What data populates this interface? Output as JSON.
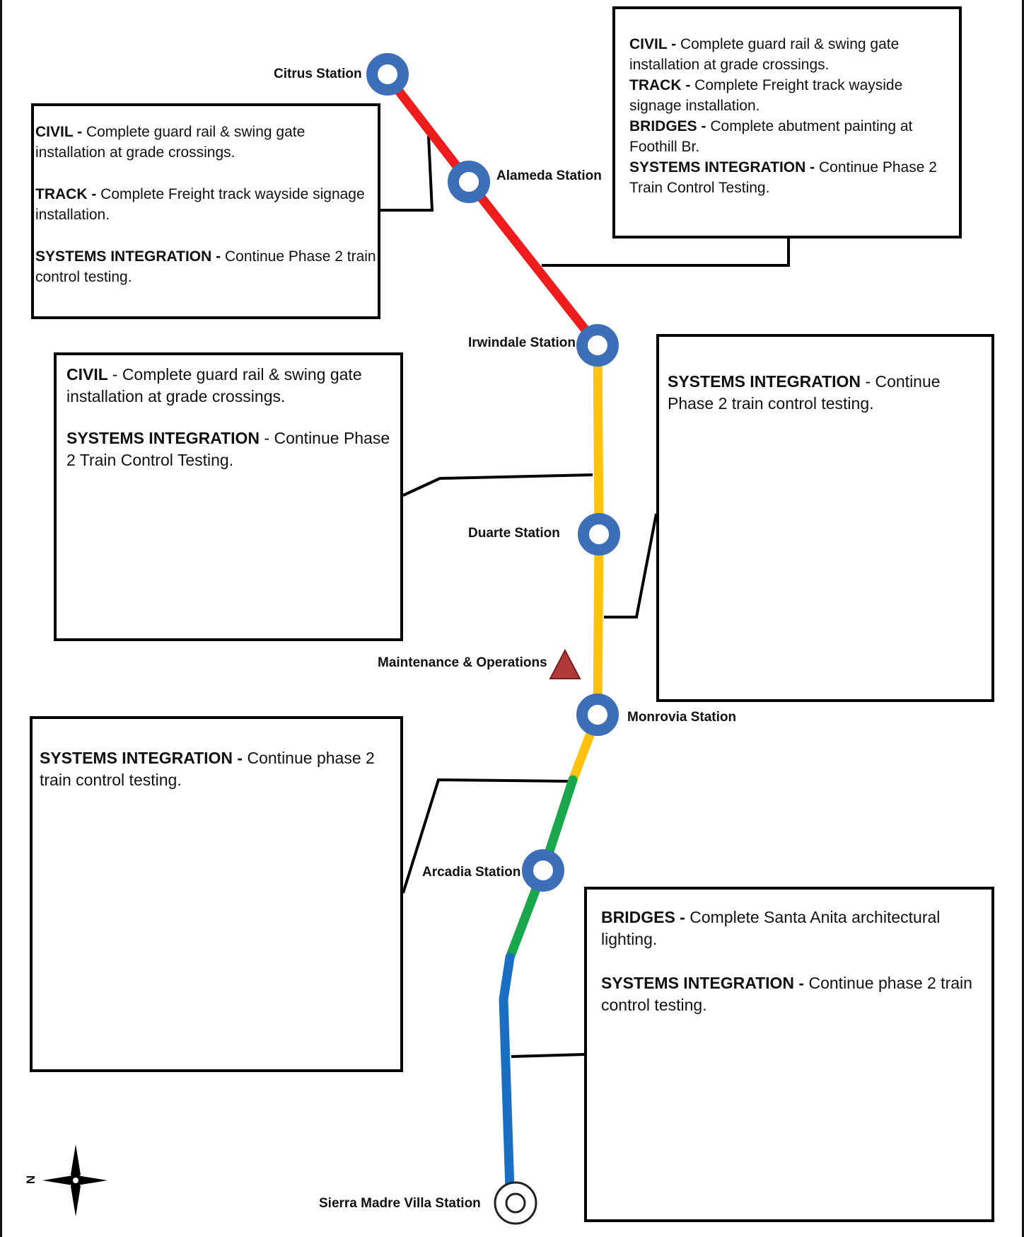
{
  "stations": [
    {
      "id": "citrus",
      "name": "Citrus Station"
    },
    {
      "id": "alameda",
      "name": "Alameda Station"
    },
    {
      "id": "irwindale",
      "name": "Irwindale Station"
    },
    {
      "id": "duarte",
      "name": "Duarte Station"
    },
    {
      "id": "maintenance",
      "name": "Maintenance & Operations"
    },
    {
      "id": "monrovia",
      "name": "Monrovia Station"
    },
    {
      "id": "arcadia",
      "name": "Arcadia Station"
    },
    {
      "id": "sierra_madre",
      "name": "Sierra Madre Villa Station"
    }
  ],
  "segment_colors": {
    "red": "#ee1c1c",
    "yellow": "#ffc20e",
    "green": "#1aa64a",
    "blue": "#1a6fc2"
  },
  "station_marker_color": "#3d6fb8",
  "maintenance_marker_color": "#b0393a",
  "compass_label": "N",
  "boxes": {
    "b1": {
      "civil_head": "CIVIL - ",
      "civil_text": "Complete  guard rail & swing gate installation at grade crossings.",
      "track_head": "TRACK - ",
      "track_text": "Complete Freight track wayside signage installation.",
      "sys_head": "SYSTEMS INTEGRATION - ",
      "sys_text": "Continue Phase 2 train control testing."
    },
    "b2": {
      "civil_head": "CIVIL - ",
      "civil_text": "Complete guard rail & swing gate installation at grade crossings.",
      "track_head": "TRACK - ",
      "track_text": "Complete Freight track wayside signage installation.",
      "bridges_head": "BRIDGES - ",
      "bridges_text": "Complete abutment painting at Foothill  Br.",
      "sys_head": "SYSTEMS INTEGRATION - ",
      "sys_text": "Continue Phase 2 Train Control Testing."
    },
    "b3": {
      "civil_head": "CIVIL ",
      "civil_text": " - Complete guard rail & swing gate installation at grade crossings.",
      "sys_head": "SYSTEMS INTEGRATION",
      "sys_text": " - Continue Phase 2 Train Control Testing."
    },
    "b4": {
      "sys_head": "SYSTEMS INTEGRATION",
      "sys_text": " - Continue Phase 2 train control testing."
    },
    "b5": {
      "sys_head": "SYSTEMS INTEGRATION - ",
      "sys_text": "Continue phase 2 train control testing."
    },
    "b6": {
      "bridges_head": "BRIDGES - ",
      "bridges_text": "Complete Santa Anita architectural lighting.",
      "sys_head": "SYSTEMS INTEGRATION - ",
      "sys_text": "Continue phase 2 train control testing."
    }
  }
}
